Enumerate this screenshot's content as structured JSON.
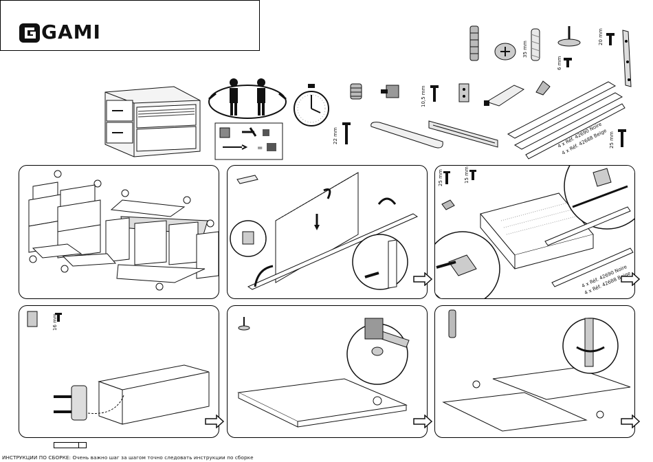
{
  "brand": {
    "name": "GAMI"
  },
  "notice": {
    "text": "ИНСТРУКЦИИ ПО СБОРКЕ: Очень важно шаг за шагом точно следовать инструкции по сборке"
  },
  "hardware_labels": {
    "dowel_len": "35 mm",
    "pin_len": "20 mm",
    "screw6": "6 mm",
    "screw10": "10,5 mm",
    "screw22": "22 mm",
    "screw25": "25 mm",
    "slide_ref": [
      "4 x Réf. 42690 Noire",
      "4 x Réf. 42688 Beige"
    ]
  },
  "step3": {
    "screw_a": "25 mm",
    "screw_b": "15 mm",
    "slide_ref": [
      "4 x Réf. 42690 Noire",
      "4 x Réf. 42688 Beige"
    ]
  },
  "step4": {
    "screw": "16 mm"
  },
  "colors": {
    "ink": "#111111",
    "paper": "#ffffff",
    "shade": "#d9d9d9"
  }
}
